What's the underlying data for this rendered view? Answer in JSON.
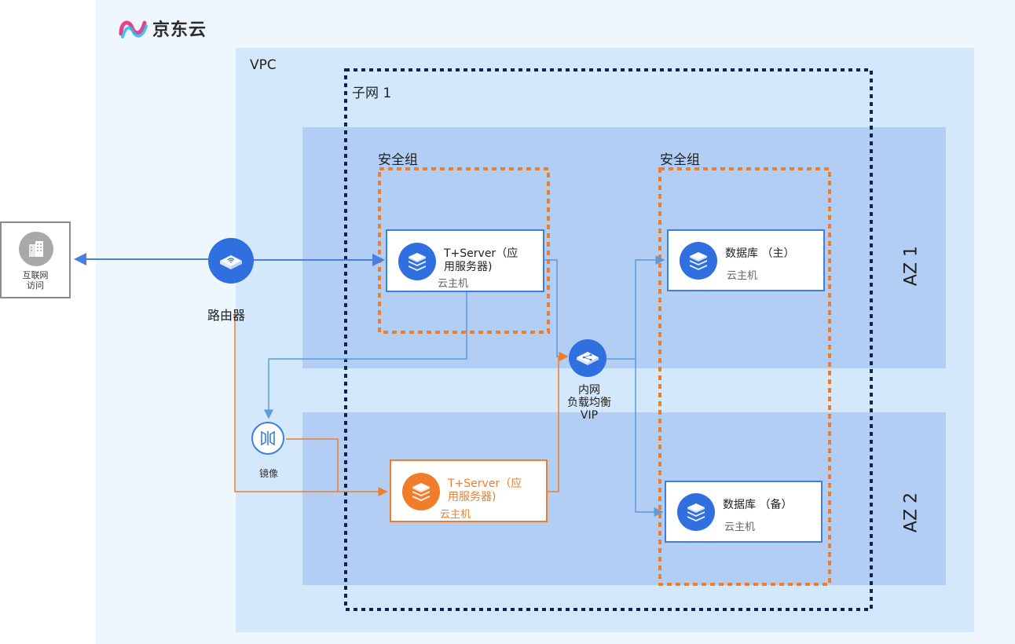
{
  "brand": {
    "logo_text": "京东云"
  },
  "labels": {
    "vpc": "VPC",
    "subnet": "子网 1",
    "sg_left": "安全组",
    "sg_right": "安全组",
    "az1": "AZ 1",
    "az2": "AZ 2",
    "router": "路由器",
    "mirror": "镜像",
    "lb_line1": "内网",
    "lb_line2": "负载均衡",
    "lb_line3": "VIP",
    "internet_line1": "互联网",
    "internet_line2": "访问"
  },
  "nodes": {
    "tserver_az1": {
      "title_line1": "T+Server（应",
      "title_line2": "用服务器)",
      "sub": "云主机"
    },
    "tserver_az2": {
      "title_line1": "T+Server（应",
      "title_line2": "用服务器)",
      "sub": "云主机"
    },
    "db_primary": {
      "title": "数据库 （主）",
      "sub": "云主机"
    },
    "db_backup": {
      "title": "数据库 （备）",
      "sub": "云主机"
    }
  },
  "colors": {
    "primary_blue": "#2f6fe0",
    "orange": "#ef7d2a",
    "subnet_border": "#0d2350",
    "vpc_bg": "#d4e8fb",
    "az_bg": "#b2cef4"
  },
  "icons": {
    "router": "router-icon",
    "vm": "server-stack-icon",
    "lb": "load-balancer-icon",
    "mirror": "mirror-icon",
    "internet": "building-icon",
    "logo": "jdcloud-logo-icon"
  }
}
